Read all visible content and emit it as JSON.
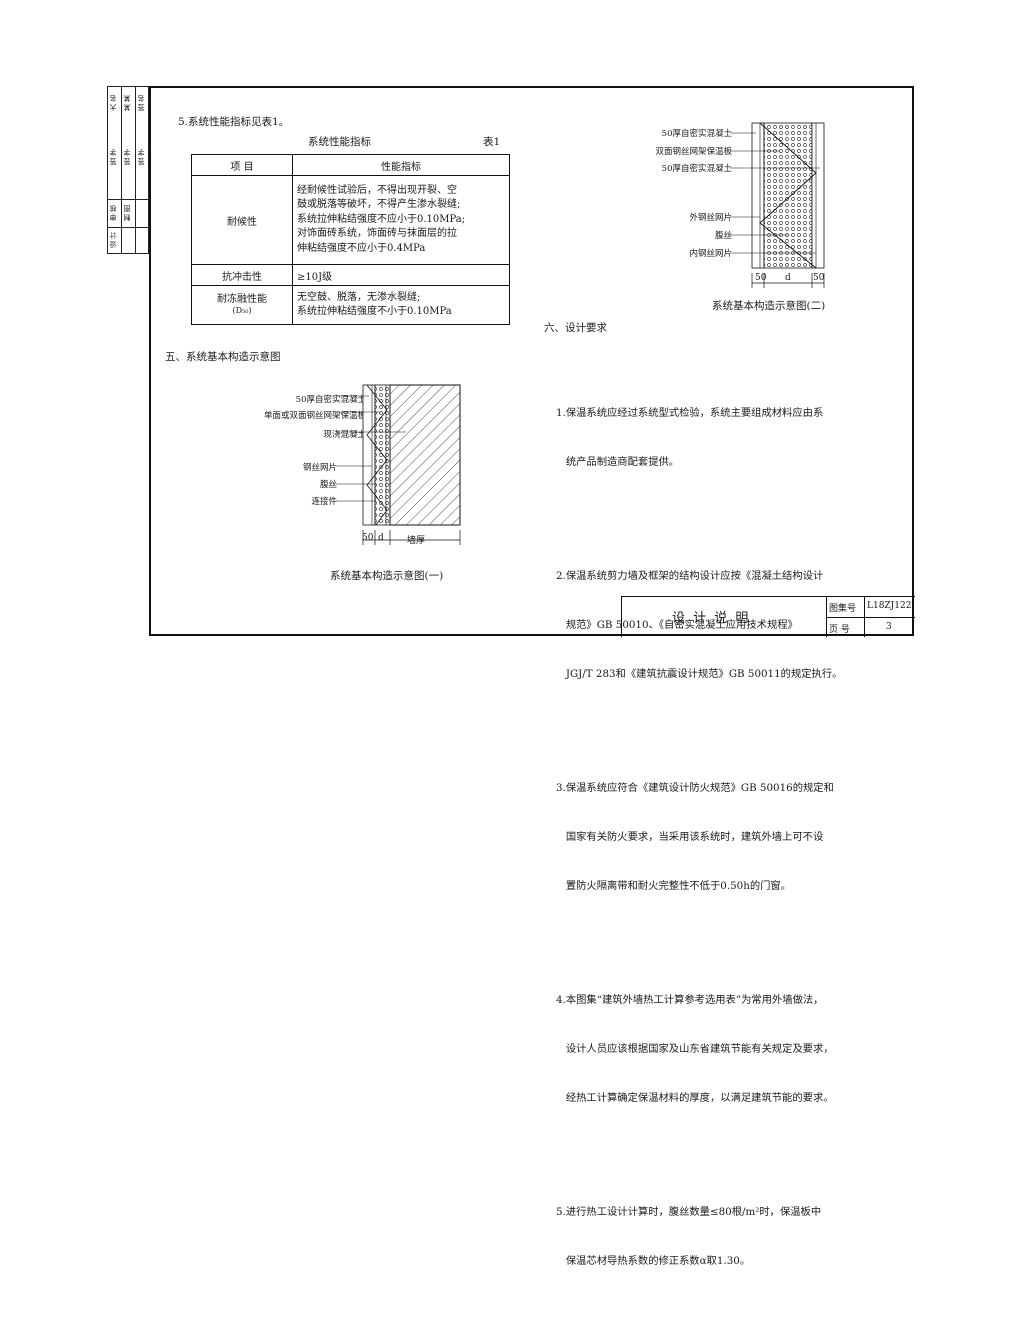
{
  "sidebar": {
    "col1_labels": [
      "审 核",
      "设 计",
      "制 图"
    ],
    "col2_signatures": [
      "大 名",
      "某 某",
      "签 名"
    ],
    "col3_signatures": [
      "签 字",
      "签 字",
      "签 字"
    ]
  },
  "section5": {
    "heading": "5.系统性能指标见表1。",
    "table_caption": "系统性能指标",
    "table_no": "表1",
    "header": [
      "项   目",
      "性能指标"
    ],
    "rows": [
      {
        "item": "耐候性",
        "lines": [
          "经耐候性试验后，不得出现开裂、空",
          "鼓或脱落等破坏，不得产生渗水裂缝;",
          "系统拉伸粘结强度不应小于0.10MPa;",
          "对饰面砖系统，饰面砖与抹面层的拉",
          "伸粘结强度不应小于0.4MPa"
        ]
      },
      {
        "item": "抗冲击性",
        "lines": [
          "≥10J级"
        ]
      },
      {
        "item": "耐冻融性能",
        "item_sub": "(D₅₀)",
        "lines": [
          "无空鼓、脱落，无渗水裂缝;",
          "系统拉伸粘结强度不小于0.10MPa"
        ]
      }
    ]
  },
  "section_five": {
    "heading": "五、系统基本构造示意图",
    "labels": [
      "50厚自密实混凝土",
      "单面或双面钢丝网架保温板",
      "现浇混凝土",
      "钢丝网片",
      "腹丝",
      "连接件"
    ],
    "dims": [
      "50",
      "d",
      "墙厚"
    ],
    "caption": "系统基本构造示意图(一)"
  },
  "diagram2": {
    "labels": [
      "50厚自密实混凝土",
      "双面钢丝网架保温板",
      "50厚自密实混凝土",
      "外钢丝网片",
      "腹丝",
      "内钢丝网片"
    ],
    "dims": [
      "50",
      "d",
      "50"
    ],
    "caption": "系统基本构造示意图(二)"
  },
  "section6": {
    "heading": "六、设计要求",
    "items": [
      [
        "1.保温系统应经过系统型式检验，系统主要组成材料应由系",
        "   统产品制造商配套提供。"
      ],
      [
        "2.保温系统剪力墙及框架的结构设计应按《混凝土结构设计",
        "   规范》GB 50010、《自密实混凝土应用技术规程》",
        "   JGJ/T 283和《建筑抗震设计规范》GB 50011的规定执行。"
      ],
      [
        "3.保温系统应符合《建筑设计防火规范》GB 50016的规定和",
        "   国家有关防火要求，当采用该系统时，建筑外墙上可不设",
        "   置防火隔离带和耐火完整性不低于0.50h的门窗。"
      ],
      [
        "4.本图集“建筑外墙热工计算参考选用表”为常用外墙做法，",
        "   设计人员应该根据国家及山东省建筑节能有关规定及要求，",
        "   经热工计算确定保温材料的厚度，以满足建筑节能的要求。"
      ],
      [
        "5.进行热工设计计算时，腹丝数量≤80根/m²时，保温板中",
        "   保温芯材导热系数的修正系数α取1.30。"
      ]
    ]
  },
  "title_block": {
    "title": "设  计  说  明",
    "atlas_label": "图集号",
    "atlas_value": "L18ZJ122",
    "page_label": "页  号",
    "page_value": "3"
  }
}
